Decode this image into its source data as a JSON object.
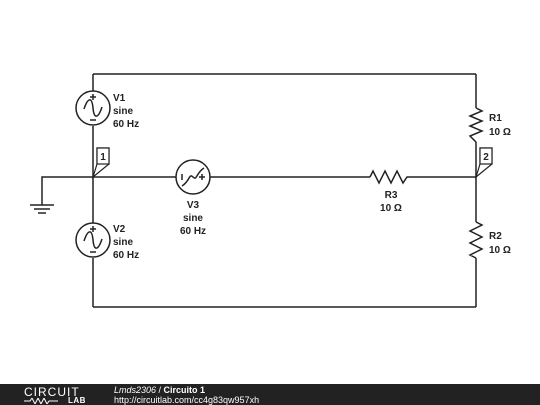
{
  "components": {
    "V1": {
      "name": "V1",
      "type": "sine",
      "freq": "60 Hz"
    },
    "V2": {
      "name": "V2",
      "type": "sine",
      "freq": "60 Hz"
    },
    "V3": {
      "name": "V3",
      "type": "sine",
      "freq": "60 Hz"
    },
    "R1": {
      "name": "R1",
      "value": "10 Ω"
    },
    "R2": {
      "name": "R2",
      "value": "10 Ω"
    },
    "R3": {
      "name": "R3",
      "value": "10 Ω"
    }
  },
  "nodes": [
    "1",
    "2"
  ],
  "footer": {
    "logo_top": "CIRCUIT",
    "logo_bottom": "LAB",
    "user": "Lmds2306",
    "separator": " / ",
    "title": "Circuito 1",
    "url": "http://circuitlab.com/cc4g83qw957xh"
  },
  "colors": {
    "wire": "#222222",
    "footer_bg": "#222222",
    "footer_text": "#ffffff"
  }
}
